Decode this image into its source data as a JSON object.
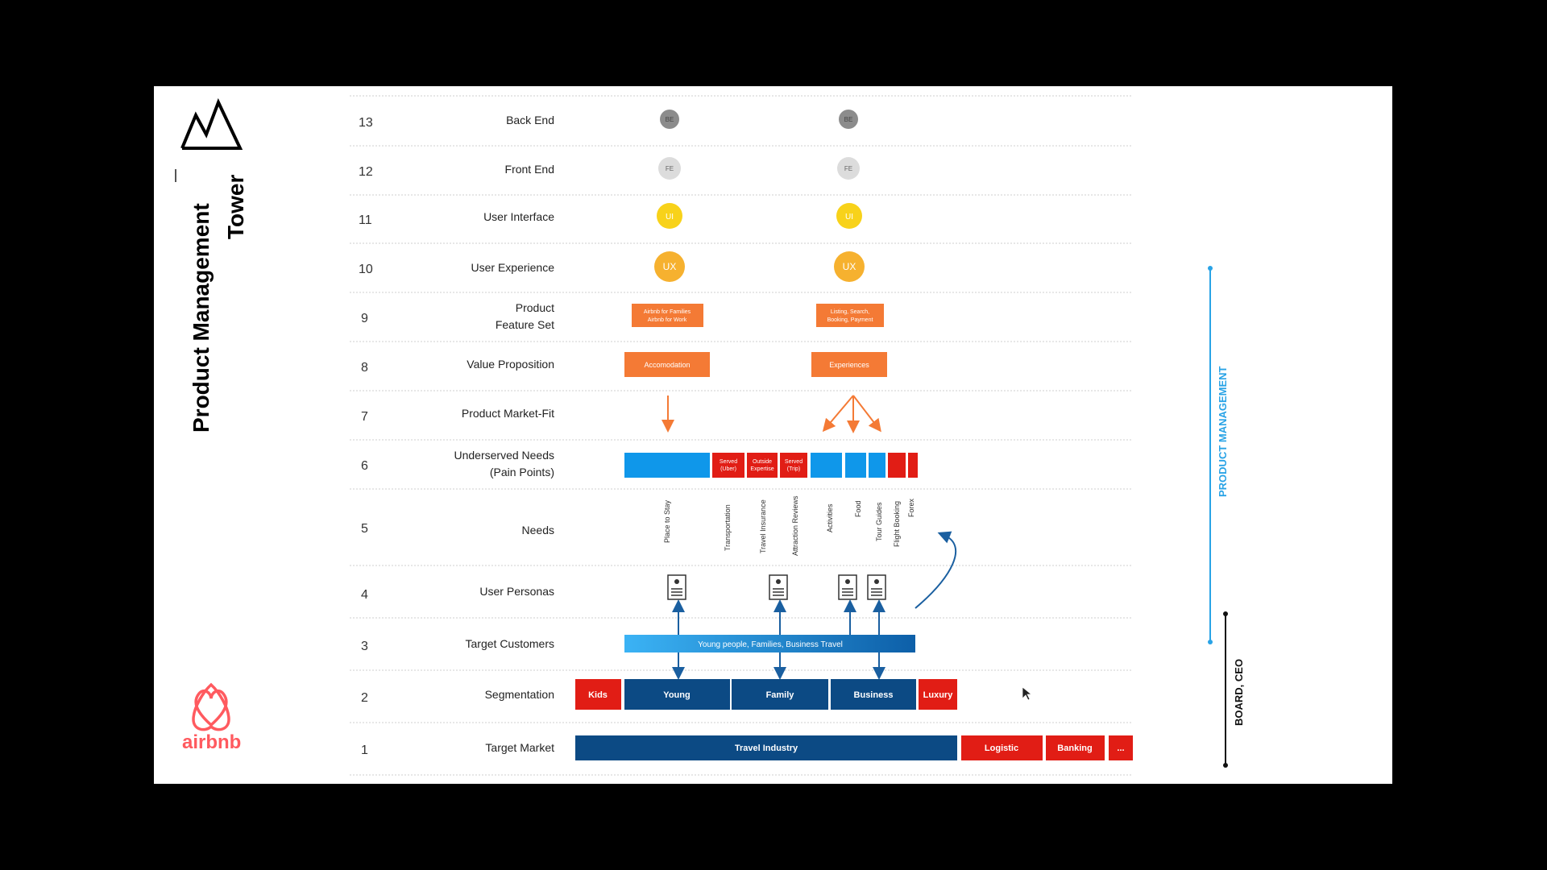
{
  "title_line1": "Product Management",
  "title_line2": "Tower",
  "brand": "airbnb",
  "side_label_pm": "PRODUCT MANAGEMENT",
  "side_label_board": "BOARD, CEO",
  "colors": {
    "navy": "#0c4a84",
    "blue": "#0f97ea",
    "red": "#e11d15",
    "orange": "#f47a35",
    "yellow": "#f8d21a",
    "ux": "#f6b12f",
    "gray_dark": "#8c8c8c",
    "gray_light": "#d9d9d9",
    "brand": "#ff5a5f"
  },
  "levels": [
    {
      "num": "13",
      "label": "Back End"
    },
    {
      "num": "12",
      "label": "Front End"
    },
    {
      "num": "11",
      "label": "User Interface"
    },
    {
      "num": "10",
      "label": "User Experience"
    },
    {
      "num": "9",
      "label": "Product",
      "label2": "Feature Set"
    },
    {
      "num": "8",
      "label": "Value Proposition"
    },
    {
      "num": "7",
      "label": "Product Market-Fit"
    },
    {
      "num": "6",
      "label": "Underserved Needs",
      "label2": "(Pain Points)"
    },
    {
      "num": "5",
      "label": "Needs"
    },
    {
      "num": "4",
      "label": "User Personas"
    },
    {
      "num": "3",
      "label": "Target Customers"
    },
    {
      "num": "2",
      "label": "Segmentation"
    },
    {
      "num": "1",
      "label": "Target Market"
    }
  ],
  "circles": {
    "be": "BE",
    "fe": "FE",
    "ui": "UI",
    "ux": "UX"
  },
  "features": {
    "left_line1": "Airbnb for Families",
    "left_line2": "Airbnb for Work",
    "right_line1": "Listing, Search,",
    "right_line2": "Booking, Payment"
  },
  "value_props": [
    "Accomodation",
    "Experiences"
  ],
  "pain_points": {
    "uber_line1": "Served",
    "uber_line2": "(Uber)",
    "outside_line1": "Outside",
    "outside_line2": "Expertise",
    "trip_line1": "Served",
    "trip_line2": "(Trip)"
  },
  "needs": [
    "Place to Stay",
    "Transportation",
    "Travel Insurance",
    "Attraction Reviews",
    "Activities",
    "Food",
    "Tour Guides",
    "Flight Booking",
    "Forex"
  ],
  "target_customers": "Young people, Families, Business Travel",
  "segments": [
    "Kids",
    "Young",
    "Family",
    "Business",
    "Luxury"
  ],
  "markets": [
    "Travel Industry",
    "Logistic",
    "Banking",
    "..."
  ]
}
